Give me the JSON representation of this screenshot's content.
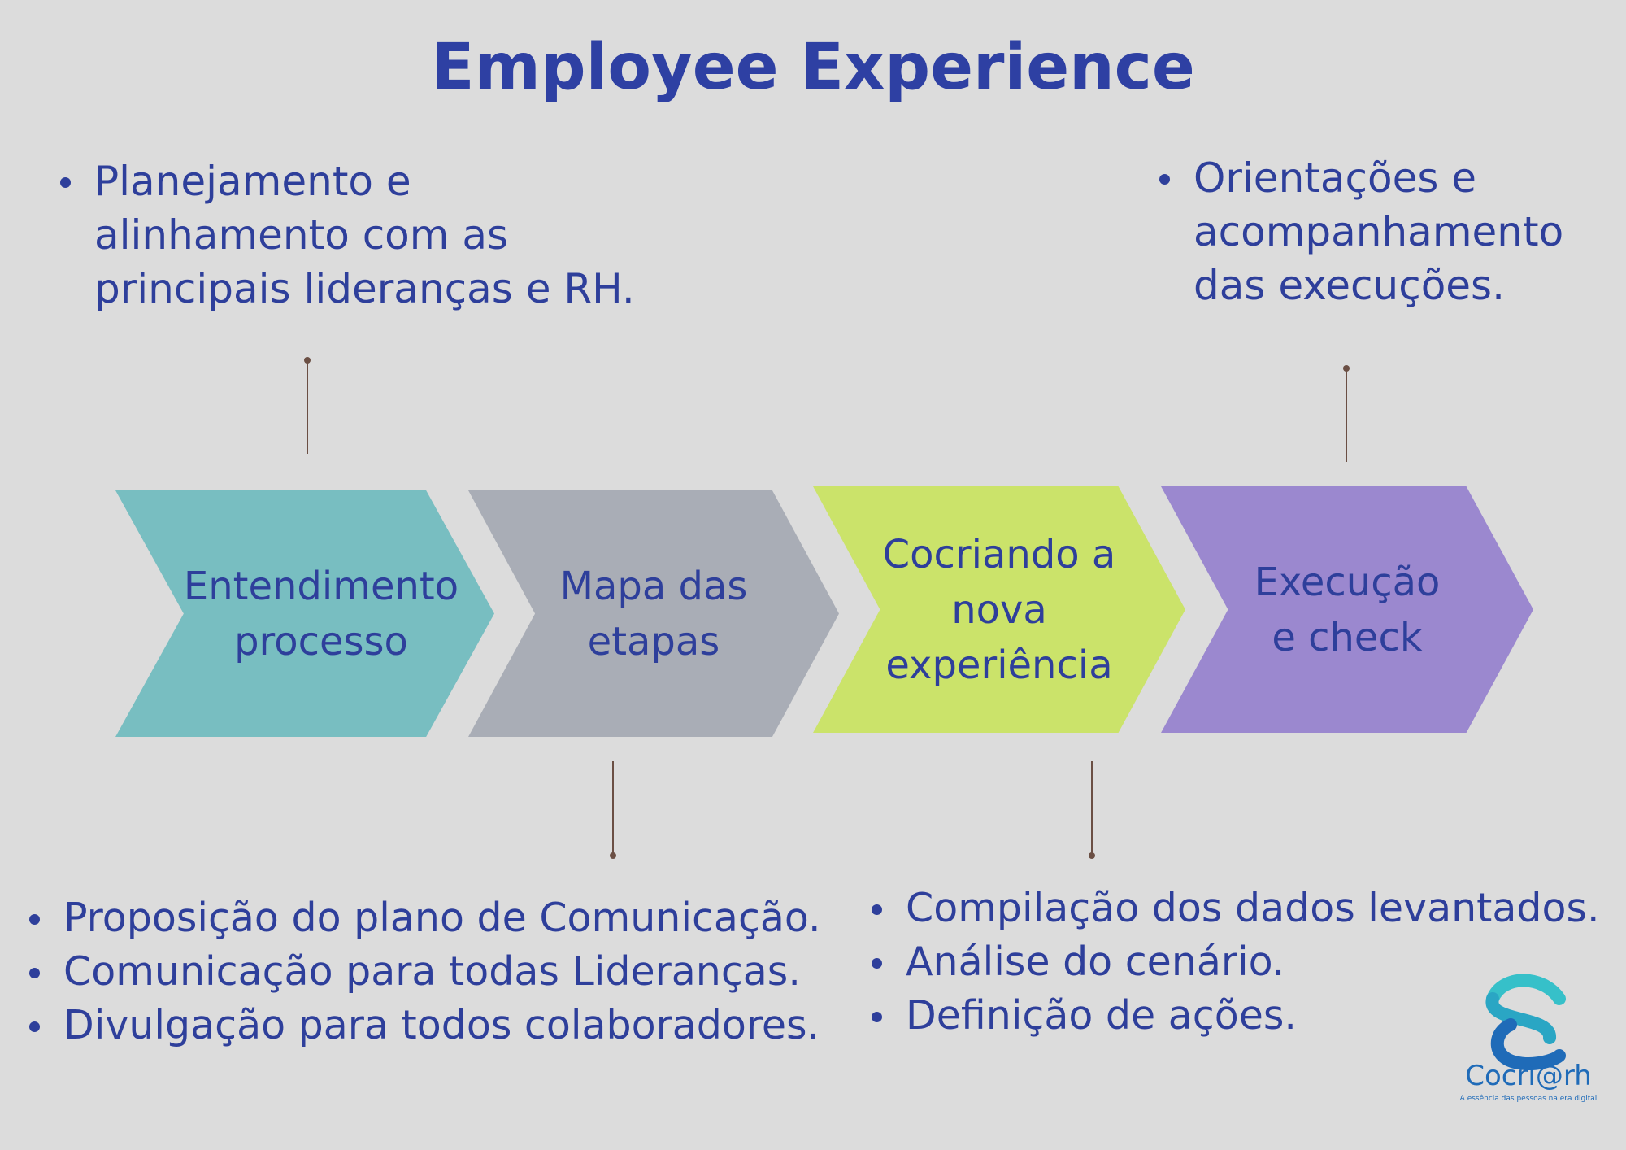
{
  "title": "Employee Experience",
  "steps": [
    {
      "label": "Entendimento\nprocesso",
      "color": "#78bec1"
    },
    {
      "label": "Mapa das\netapas",
      "color": "#a9adb6"
    },
    {
      "label": "Cocriando a\nnova\nexperiência",
      "color": "#cbe36a"
    },
    {
      "label": "Execução\ne check",
      "color": "#9b88cf"
    }
  ],
  "notes": {
    "top_left": [
      "Planejamento e alinhamento com as principais lideranças e RH."
    ],
    "top_right": [
      "Orientações e acompanhamento das execuções."
    ],
    "bottom_left": [
      "Proposição do plano de Comunicação.",
      "Comunicação para todas Lideranças.",
      "Divulgação para todos colaboradores."
    ],
    "bottom_right": [
      " Compilação dos dados levantados.",
      "Análise do cenário.",
      "Definição de ações."
    ]
  },
  "logo": {
    "name": "Cocri@rh",
    "tagline": "A essência das pessoas na era digital",
    "icon": "cocriarh-logo-icon"
  },
  "colors": {
    "text": "#2e3f9b",
    "background": "#dcdcdc",
    "connector": "#6b4f44",
    "logo_light": "#36c0c9",
    "logo_dark": "#1f6bb8"
  }
}
